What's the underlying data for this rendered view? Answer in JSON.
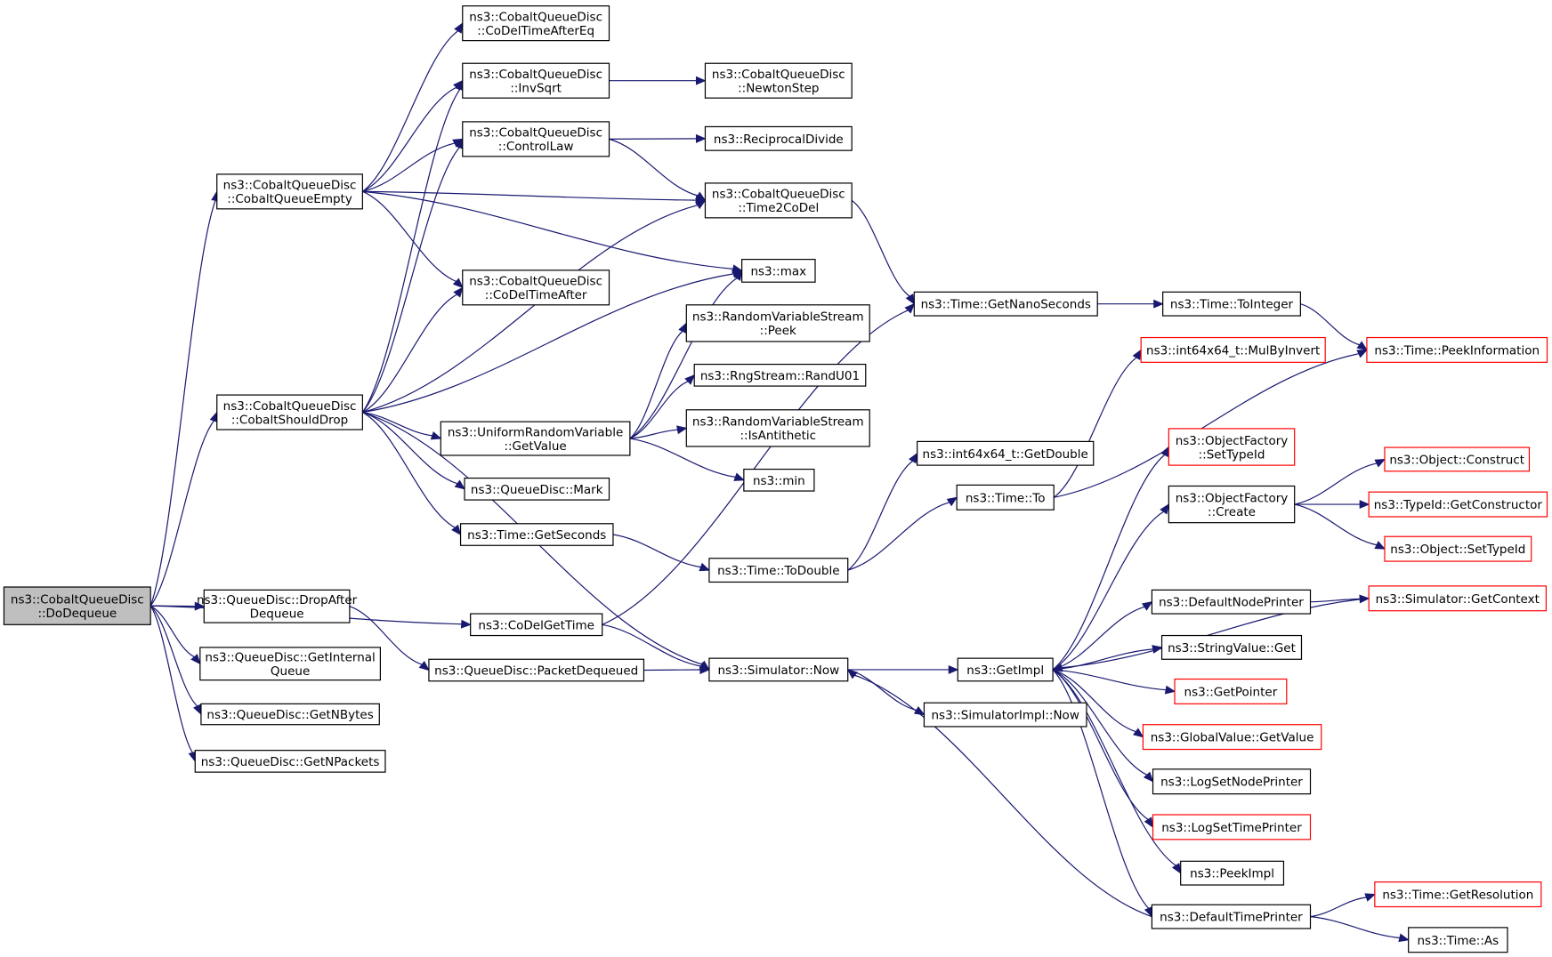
{
  "colors": {
    "edge": "#191970",
    "root_fill": "#bfbfbf",
    "external_border": "#ff0000",
    "node_border": "#000000"
  },
  "nodes": {
    "dodequeue": {
      "lines": [
        "ns3::CobaltQueueDisc",
        "::DoDequeue"
      ],
      "kind": "root"
    },
    "cobaltqueueempty": {
      "lines": [
        "ns3::CobaltQueueDisc",
        "::CobaltQueueEmpty"
      ]
    },
    "cobaltshoulddrop": {
      "lines": [
        "ns3::CobaltQueueDisc",
        "::CobaltShouldDrop"
      ]
    },
    "dropafterdequeue": {
      "lines": [
        "ns3::QueueDisc::DropAfter",
        "Dequeue"
      ]
    },
    "getinternalqueue": {
      "lines": [
        "ns3::QueueDisc::GetInternal",
        "Queue"
      ]
    },
    "getnbytes": {
      "lines": [
        "ns3::QueueDisc::GetNBytes"
      ]
    },
    "getnpackets": {
      "lines": [
        "ns3::QueueDisc::GetNPackets"
      ]
    },
    "codeltimeaftereq": {
      "lines": [
        "ns3::CobaltQueueDisc",
        "::CoDelTimeAfterEq"
      ]
    },
    "invsqrt": {
      "lines": [
        "ns3::CobaltQueueDisc",
        "::InvSqrt"
      ]
    },
    "controllaw": {
      "lines": [
        "ns3::CobaltQueueDisc",
        "::ControlLaw"
      ]
    },
    "codeltimeafter": {
      "lines": [
        "ns3::CobaltQueueDisc",
        "::CoDelTimeAfter"
      ]
    },
    "uniformgetvalue": {
      "lines": [
        "ns3::UniformRandomVariable",
        "::GetValue"
      ]
    },
    "mark": {
      "lines": [
        "ns3::QueueDisc::Mark"
      ]
    },
    "getseconds": {
      "lines": [
        "ns3::Time::GetSeconds"
      ]
    },
    "codelgettime": {
      "lines": [
        "ns3::CoDelGetTime"
      ]
    },
    "packetdequeued": {
      "lines": [
        "ns3::QueueDisc::PacketDequeued"
      ]
    },
    "newtonstep": {
      "lines": [
        "ns3::CobaltQueueDisc",
        "::NewtonStep"
      ]
    },
    "reciprocaldivide": {
      "lines": [
        "ns3::ReciprocalDivide"
      ]
    },
    "time2codel": {
      "lines": [
        "ns3::CobaltQueueDisc",
        "::Time2CoDel"
      ]
    },
    "max": {
      "lines": [
        "ns3::max"
      ]
    },
    "peek": {
      "lines": [
        "ns3::RandomVariableStream",
        "::Peek"
      ]
    },
    "randu01": {
      "lines": [
        "ns3::RngStream::RandU01"
      ]
    },
    "isantithetic": {
      "lines": [
        "ns3::RandomVariableStream",
        "::IsAntithetic"
      ]
    },
    "min": {
      "lines": [
        "ns3::min"
      ]
    },
    "todouble": {
      "lines": [
        "ns3::Time::ToDouble"
      ]
    },
    "simnow": {
      "lines": [
        "ns3::Simulator::Now"
      ]
    },
    "getnanoseconds": {
      "lines": [
        "ns3::Time::GetNanoSeconds"
      ]
    },
    "getdouble": {
      "lines": [
        "ns3::int64x64_t::GetDouble"
      ]
    },
    "timeto": {
      "lines": [
        "ns3::Time::To"
      ]
    },
    "getimpl": {
      "lines": [
        "ns3::GetImpl"
      ]
    },
    "simimplnow": {
      "lines": [
        "ns3::SimulatorImpl::Now"
      ]
    },
    "tointeger": {
      "lines": [
        "ns3::Time::ToInteger"
      ]
    },
    "mulbyinvert": {
      "lines": [
        "ns3::int64x64_t::MulByInvert"
      ],
      "kind": "ext"
    },
    "ofsettypeid": {
      "lines": [
        "ns3::ObjectFactory",
        "::SetTypeId"
      ],
      "kind": "ext"
    },
    "ofcreate": {
      "lines": [
        "ns3::ObjectFactory",
        "::Create"
      ]
    },
    "defaultnodeprinter": {
      "lines": [
        "ns3::DefaultNodePrinter"
      ]
    },
    "stringvalueget": {
      "lines": [
        "ns3::StringValue::Get"
      ]
    },
    "getpointer": {
      "lines": [
        "ns3::GetPointer"
      ],
      "kind": "ext"
    },
    "globalvaluegetvalue": {
      "lines": [
        "ns3::GlobalValue::GetValue"
      ],
      "kind": "ext"
    },
    "logsetnodeprinter": {
      "lines": [
        "ns3::LogSetNodePrinter"
      ]
    },
    "logsettimeprinter": {
      "lines": [
        "ns3::LogSetTimePrinter"
      ],
      "kind": "ext"
    },
    "peekimpl": {
      "lines": [
        "ns3::PeekImpl"
      ]
    },
    "defaulttimeprinter": {
      "lines": [
        "ns3::DefaultTimePrinter"
      ]
    },
    "peekinformation": {
      "lines": [
        "ns3::Time::PeekInformation"
      ],
      "kind": "ext"
    },
    "objconstruct": {
      "lines": [
        "ns3::Object::Construct"
      ],
      "kind": "ext"
    },
    "getconstructor": {
      "lines": [
        "ns3::TypeId::GetConstructor"
      ],
      "kind": "ext"
    },
    "objsettypeid": {
      "lines": [
        "ns3::Object::SetTypeId"
      ],
      "kind": "ext"
    },
    "getcontext": {
      "lines": [
        "ns3::Simulator::GetContext"
      ],
      "kind": "ext"
    },
    "getresolution": {
      "lines": [
        "ns3::Time::GetResolution"
      ],
      "kind": "ext"
    },
    "timeas": {
      "lines": [
        "ns3::Time::As"
      ]
    }
  },
  "edges": [
    [
      "dodequeue",
      "cobaltqueueempty"
    ],
    [
      "dodequeue",
      "cobaltshoulddrop"
    ],
    [
      "dodequeue",
      "codelgettime"
    ],
    [
      "dodequeue",
      "dropafterdequeue"
    ],
    [
      "dodequeue",
      "getinternalqueue"
    ],
    [
      "dodequeue",
      "getnbytes"
    ],
    [
      "dodequeue",
      "getnpackets"
    ],
    [
      "cobaltqueueempty",
      "codeltimeaftereq"
    ],
    [
      "cobaltqueueempty",
      "invsqrt"
    ],
    [
      "cobaltqueueempty",
      "controllaw"
    ],
    [
      "cobaltqueueempty",
      "time2codel"
    ],
    [
      "cobaltqueueempty",
      "max"
    ],
    [
      "cobaltqueueempty",
      "codeltimeafter"
    ],
    [
      "cobaltshoulddrop",
      "invsqrt"
    ],
    [
      "cobaltshoulddrop",
      "controllaw"
    ],
    [
      "cobaltshoulddrop",
      "codeltimeafter"
    ],
    [
      "cobaltshoulddrop",
      "time2codel"
    ],
    [
      "cobaltshoulddrop",
      "max"
    ],
    [
      "cobaltshoulddrop",
      "uniformgetvalue"
    ],
    [
      "cobaltshoulddrop",
      "mark"
    ],
    [
      "cobaltshoulddrop",
      "getseconds"
    ],
    [
      "cobaltshoulddrop",
      "simnow"
    ],
    [
      "invsqrt",
      "newtonstep"
    ],
    [
      "controllaw",
      "reciprocaldivide"
    ],
    [
      "controllaw",
      "time2codel"
    ],
    [
      "time2codel",
      "getnanoseconds"
    ],
    [
      "uniformgetvalue",
      "max"
    ],
    [
      "uniformgetvalue",
      "peek"
    ],
    [
      "uniformgetvalue",
      "randu01"
    ],
    [
      "uniformgetvalue",
      "isantithetic"
    ],
    [
      "uniformgetvalue",
      "min"
    ],
    [
      "getseconds",
      "todouble"
    ],
    [
      "todouble",
      "getdouble"
    ],
    [
      "todouble",
      "timeto"
    ],
    [
      "codelgettime",
      "getnanoseconds"
    ],
    [
      "codelgettime",
      "simnow"
    ],
    [
      "dropafterdequeue",
      "packetdequeued"
    ],
    [
      "packetdequeued",
      "simnow"
    ],
    [
      "simnow",
      "getimpl"
    ],
    [
      "simnow",
      "simimplnow"
    ],
    [
      "getnanoseconds",
      "tointeger"
    ],
    [
      "tointeger",
      "peekinformation"
    ],
    [
      "timeto",
      "mulbyinvert"
    ],
    [
      "timeto",
      "peekinformation"
    ],
    [
      "getimpl",
      "ofsettypeid"
    ],
    [
      "getimpl",
      "ofcreate"
    ],
    [
      "getimpl",
      "defaultnodeprinter"
    ],
    [
      "getimpl",
      "stringvalueget"
    ],
    [
      "getimpl",
      "getpointer"
    ],
    [
      "getimpl",
      "globalvaluegetvalue"
    ],
    [
      "getimpl",
      "logsetnodeprinter"
    ],
    [
      "getimpl",
      "logsettimeprinter"
    ],
    [
      "getimpl",
      "peekimpl"
    ],
    [
      "getimpl",
      "defaulttimeprinter"
    ],
    [
      "ofcreate",
      "objconstruct"
    ],
    [
      "ofcreate",
      "getconstructor"
    ],
    [
      "ofcreate",
      "objsettypeid"
    ],
    [
      "defaultnodeprinter",
      "getcontext"
    ],
    [
      "getcontext",
      "getimpl"
    ],
    [
      "defaulttimeprinter",
      "getresolution"
    ],
    [
      "defaulttimeprinter",
      "timeas"
    ],
    [
      "defaulttimeprinter",
      "simnow"
    ]
  ]
}
